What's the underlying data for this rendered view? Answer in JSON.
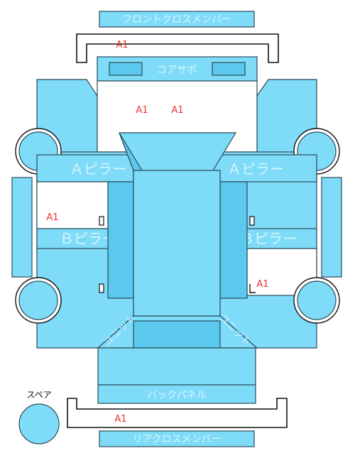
{
  "labels": {
    "front_cross_member": "フロントクロスメンバー",
    "core_support": "コアサポ",
    "a_pillar_left": "Ａピラー",
    "a_pillar_right": "Ａピラー",
    "b_pillar_left": "Ｂピラー",
    "b_pillar_right": "Ｂピラー",
    "unit_left": "ユニット",
    "unit_right": "ユニット",
    "back_panel": "バックパネル",
    "rear_cross_member": "リアクロスメンバー",
    "spare": "スペア"
  },
  "marks": {
    "front_cross_member": "A1",
    "core_support_left": "A1",
    "core_support_right": "A1",
    "left_rear_door": "A1",
    "right_rear_door": "A1",
    "rear_cross_member": "A1"
  },
  "colors": {
    "panel": "#7fdcf8",
    "mark": "#e8322e"
  }
}
